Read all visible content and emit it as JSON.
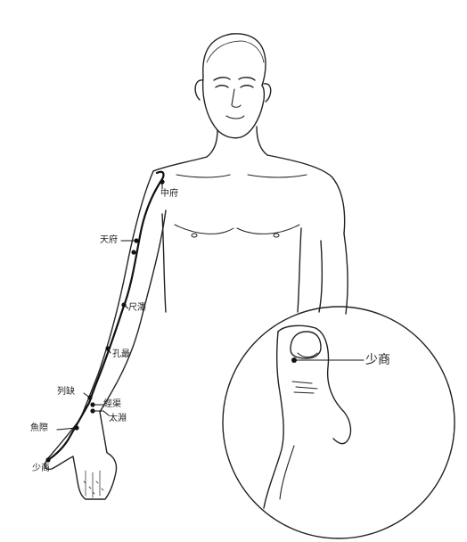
{
  "colors": {
    "background": "#ffffff",
    "ink": "#222222",
    "meridian": "#111111"
  },
  "points": {
    "zhongfu": "中府",
    "tianfu": "天府",
    "chize": "尺澤",
    "kongzui": "孔最",
    "lieque": "列缺",
    "jingqu": "經渠",
    "taiyuan": "太淵",
    "yuji": "魚際",
    "shaoshang": "少商"
  },
  "inset": {
    "shaoshang": "少商"
  }
}
